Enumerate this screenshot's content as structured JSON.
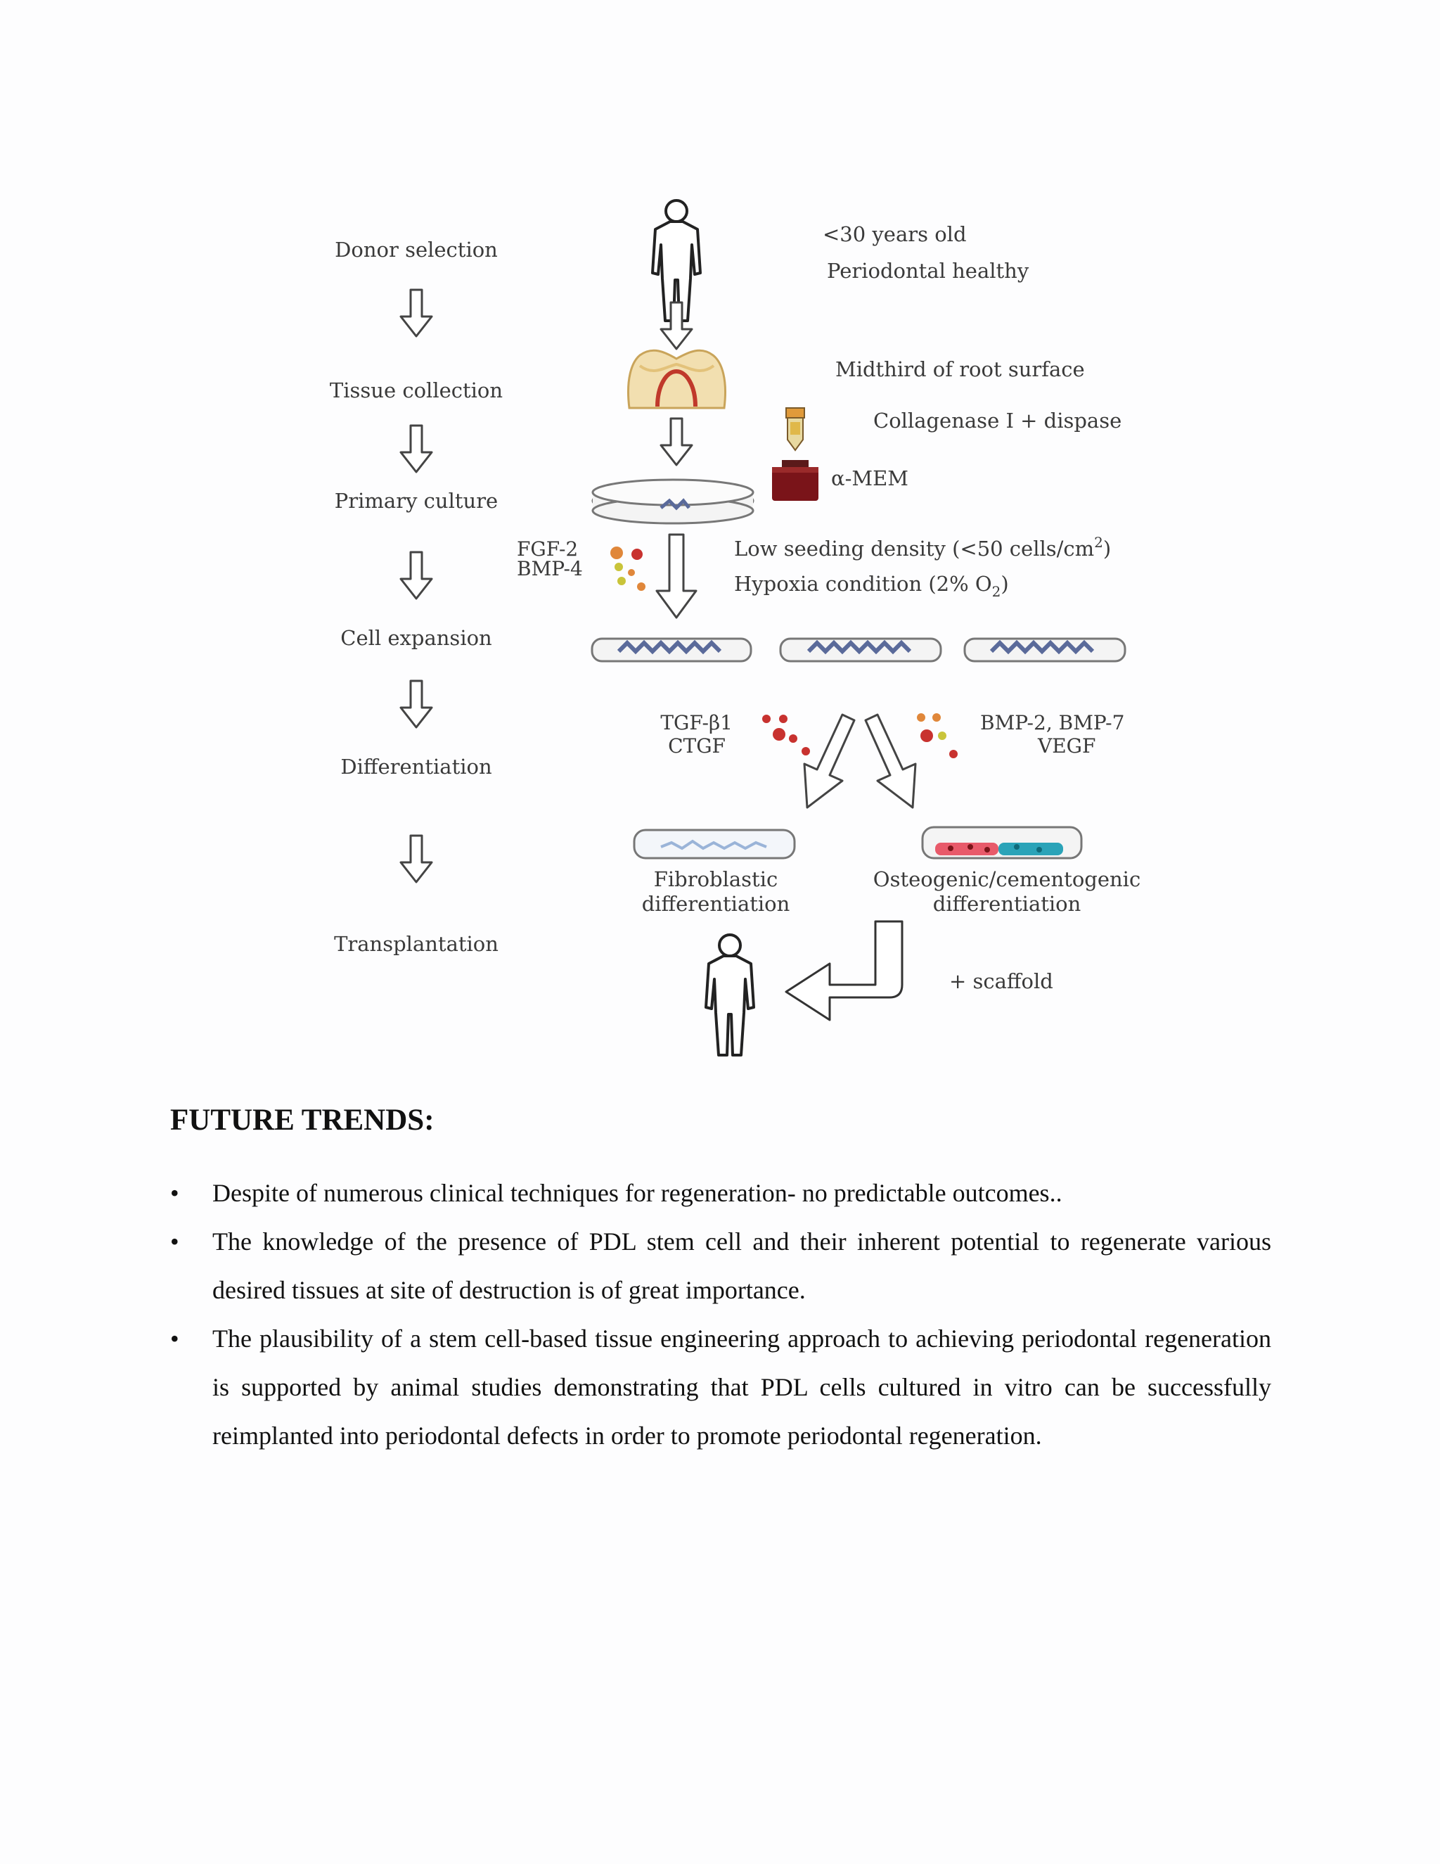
{
  "figure": {
    "steps": [
      "Donor selection",
      "Tissue collection",
      "Primary culture",
      "Cell expansion",
      "Differentiation",
      "Transplantation"
    ],
    "donor_criteria": [
      "<30 years old",
      "Periodontal healthy"
    ],
    "tissue_site": "Midthird of root surface",
    "enzymes": "Collagenase I + dispase",
    "medium": "α-MEM",
    "growth_factors": [
      "FGF-2",
      "BMP-4"
    ],
    "expansion_conditions": {
      "density_label": "Low seeding density (<50 cells/cm",
      "density_sup": "2",
      "density_close": ")",
      "hypoxia_label": "Hypoxia condition (2% O",
      "hypoxia_sub": "2",
      "hypoxia_close": ")"
    },
    "left_factors": [
      "TGF-β1",
      "CTGF"
    ],
    "right_factors": [
      "BMP-2, BMP-7",
      "VEGF"
    ],
    "left_outcome": [
      "Fibroblastic",
      "differentiation"
    ],
    "right_outcome": [
      "Osteogenic/cementogenic",
      "differentiation"
    ],
    "scaffold": "+ scaffold",
    "colors": {
      "factor_red": "#c8322f",
      "factor_orange": "#e0873a",
      "factor_yellow": "#c9c43a",
      "medium_red": "#7a1419",
      "dish_cells": "#5a6a9a",
      "cyan": "#2aa3b8"
    }
  },
  "section": {
    "heading": "FUTURE TRENDS:",
    "bullet_symbol": "•",
    "bullets": [
      "Despite of numerous clinical techniques for regeneration- no predictable outcomes..",
      "The knowledge of the presence of PDL stem cell and their inherent potential to regenerate various desired tissues at site of destruction is of great importance.",
      "The plausibility of a stem cell-based tissue engineering approach to achieving periodontal regeneration is supported by animal studies demonstrating that PDL cells cultured in vitro can be successfully reimplanted into periodontal defects in order to promote periodontal regeneration."
    ]
  }
}
